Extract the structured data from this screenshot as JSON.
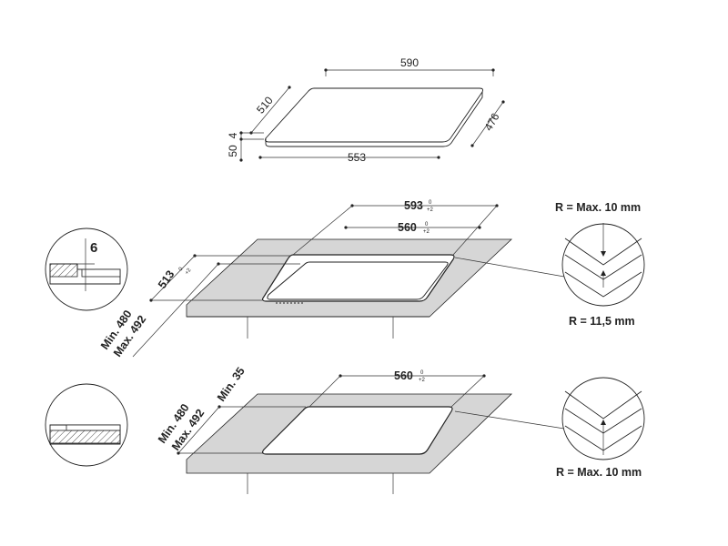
{
  "hob": {
    "width": "590",
    "depth": "510",
    "thickness_top": "4",
    "thickness_body": "50",
    "body_width": "553",
    "body_depth": "476"
  },
  "cutout1": {
    "outer_width": "593",
    "outer_width_tol": "+2",
    "outer_width_tol_low": "0",
    "inner_width": "560",
    "inner_width_tol": "+2",
    "inner_width_tol_low": "0",
    "outer_depth": "513",
    "outer_depth_tol": "+2",
    "outer_depth_tol_low": "0",
    "min_depth": "Min. 480",
    "max_depth": "Max. 492",
    "recess": "6",
    "radius_top": "R = Max. 10 mm",
    "radius_bottom": "R = 11,5 mm"
  },
  "cutout2": {
    "width": "560",
    "width_tol": "+2",
    "width_tol_low": "0",
    "min_depth": "Min. 480",
    "max_depth": "Max. 492",
    "min_edge": "Min. 35",
    "radius": "R = Max. 10 mm"
  }
}
